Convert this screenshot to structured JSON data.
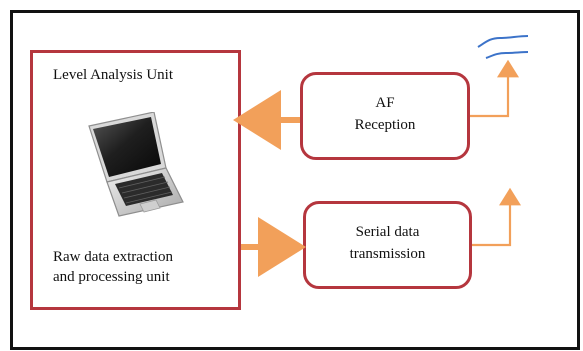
{
  "diagram": {
    "level_analysis_unit": {
      "title": "Level Analysis Unit",
      "subtitle_line1": "Raw data extraction",
      "subtitle_line2": "and processing unit"
    },
    "af_reception": {
      "line1": "AF",
      "line2": "Reception"
    },
    "serial_data_transmission": {
      "line1": "Serial data",
      "line2": "transmission"
    },
    "colors": {
      "frame": "#111111",
      "box_border": "#b5363e",
      "arrow": "#f2a05a",
      "antenna_mark": "#3c73c9"
    },
    "icons": {
      "device": "laptop-icon",
      "antenna": "antenna-icon",
      "signal": "signal-wave-icon"
    }
  }
}
